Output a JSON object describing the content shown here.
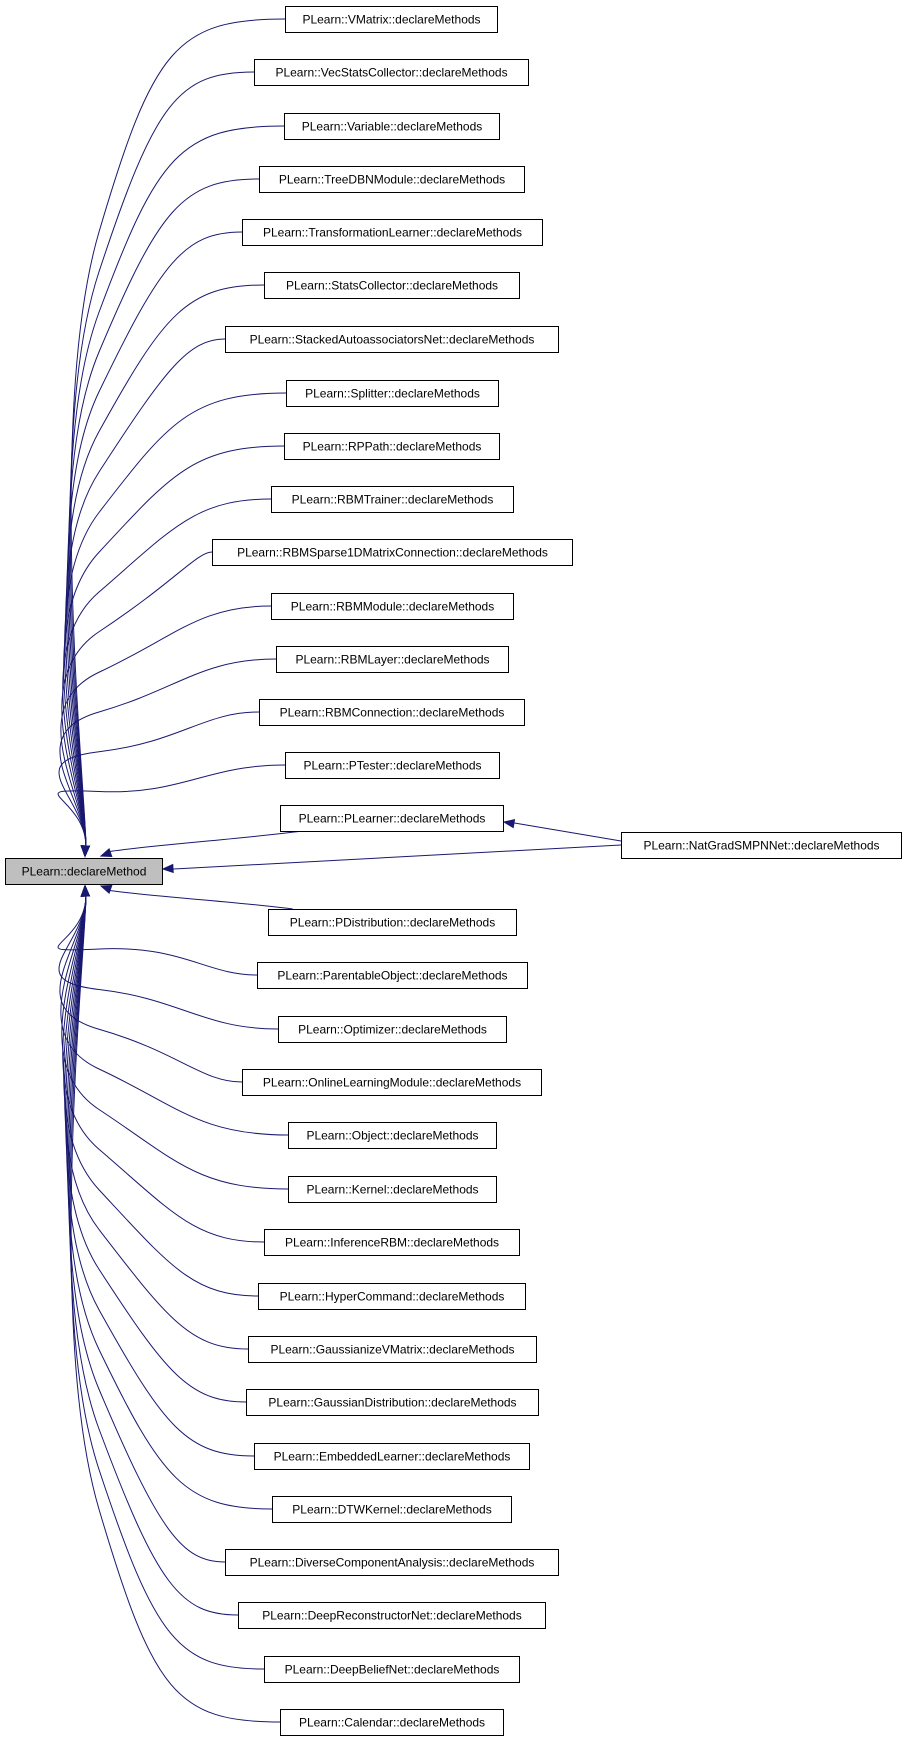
{
  "graph": {
    "root": {
      "id": "root",
      "label": "PLearn::declareMethod"
    },
    "nodes": [
      {
        "id": "vmatrix",
        "label": "PLearn::VMatrix::declareMethods"
      },
      {
        "id": "vecstats",
        "label": "PLearn::VecStatsCollector::declareMethods"
      },
      {
        "id": "variable",
        "label": "PLearn::Variable::declareMethods"
      },
      {
        "id": "treedbn",
        "label": "PLearn::TreeDBNModule::declareMethods"
      },
      {
        "id": "transformation",
        "label": "PLearn::TransformationLearner::declareMethods"
      },
      {
        "id": "statscollector",
        "label": "PLearn::StatsCollector::declareMethods"
      },
      {
        "id": "stackedauto",
        "label": "PLearn::StackedAutoassociatorsNet::declareMethods"
      },
      {
        "id": "splitter",
        "label": "PLearn::Splitter::declareMethods"
      },
      {
        "id": "rppath",
        "label": "PLearn::RPPath::declareMethods"
      },
      {
        "id": "rbmtrainer",
        "label": "PLearn::RBMTrainer::declareMethods"
      },
      {
        "id": "rbmsparse",
        "label": "PLearn::RBMSparse1DMatrixConnection::declareMethods"
      },
      {
        "id": "rbmmodule",
        "label": "PLearn::RBMModule::declareMethods"
      },
      {
        "id": "rbmlayer",
        "label": "PLearn::RBMLayer::declareMethods"
      },
      {
        "id": "rbmconnection",
        "label": "PLearn::RBMConnection::declareMethods"
      },
      {
        "id": "ptester",
        "label": "PLearn::PTester::declareMethods"
      },
      {
        "id": "plearner",
        "label": "PLearn::PLearner::declareMethods"
      },
      {
        "id": "pdistribution",
        "label": "PLearn::PDistribution::declareMethods"
      },
      {
        "id": "parentable",
        "label": "PLearn::ParentableObject::declareMethods"
      },
      {
        "id": "optimizer",
        "label": "PLearn::Optimizer::declareMethods"
      },
      {
        "id": "onlinelearning",
        "label": "PLearn::OnlineLearningModule::declareMethods"
      },
      {
        "id": "object",
        "label": "PLearn::Object::declareMethods"
      },
      {
        "id": "kernel",
        "label": "PLearn::Kernel::declareMethods"
      },
      {
        "id": "inferencerbm",
        "label": "PLearn::InferenceRBM::declareMethods"
      },
      {
        "id": "hypercommand",
        "label": "PLearn::HyperCommand::declareMethods"
      },
      {
        "id": "gaussianize",
        "label": "PLearn::GaussianizeVMatrix::declareMethods"
      },
      {
        "id": "gaussiandist",
        "label": "PLearn::GaussianDistribution::declareMethods"
      },
      {
        "id": "embedded",
        "label": "PLearn::EmbeddedLearner::declareMethods"
      },
      {
        "id": "dtwkernel",
        "label": "PLearn::DTWKernel::declareMethods"
      },
      {
        "id": "diverse",
        "label": "PLearn::DiverseComponentAnalysis::declareMethods"
      },
      {
        "id": "deeprecon",
        "label": "PLearn::DeepReconstructorNet::declareMethods"
      },
      {
        "id": "deepbelief",
        "label": "PLearn::DeepBeliefNet::declareMethods"
      },
      {
        "id": "calendar",
        "label": "PLearn::Calendar::declareMethods"
      },
      {
        "id": "natgrad",
        "label": "PLearn::NatGradSMPNNet::declareMethods"
      }
    ],
    "edges": [
      {
        "from": "vmatrix",
        "to": "root"
      },
      {
        "from": "vecstats",
        "to": "root"
      },
      {
        "from": "variable",
        "to": "root"
      },
      {
        "from": "treedbn",
        "to": "root"
      },
      {
        "from": "transformation",
        "to": "root"
      },
      {
        "from": "statscollector",
        "to": "root"
      },
      {
        "from": "stackedauto",
        "to": "root"
      },
      {
        "from": "splitter",
        "to": "root"
      },
      {
        "from": "rppath",
        "to": "root"
      },
      {
        "from": "rbmtrainer",
        "to": "root"
      },
      {
        "from": "rbmsparse",
        "to": "root"
      },
      {
        "from": "rbmmodule",
        "to": "root"
      },
      {
        "from": "rbmlayer",
        "to": "root"
      },
      {
        "from": "rbmconnection",
        "to": "root"
      },
      {
        "from": "ptester",
        "to": "root"
      },
      {
        "from": "plearner",
        "to": "root"
      },
      {
        "from": "natgrad",
        "to": "root"
      },
      {
        "from": "natgrad",
        "to": "plearner"
      },
      {
        "from": "pdistribution",
        "to": "root"
      },
      {
        "from": "parentable",
        "to": "root"
      },
      {
        "from": "optimizer",
        "to": "root"
      },
      {
        "from": "onlinelearning",
        "to": "root"
      },
      {
        "from": "object",
        "to": "root"
      },
      {
        "from": "kernel",
        "to": "root"
      },
      {
        "from": "inferencerbm",
        "to": "root"
      },
      {
        "from": "hypercommand",
        "to": "root"
      },
      {
        "from": "gaussianize",
        "to": "root"
      },
      {
        "from": "gaussiandist",
        "to": "root"
      },
      {
        "from": "embedded",
        "to": "root"
      },
      {
        "from": "dtwkernel",
        "to": "root"
      },
      {
        "from": "diverse",
        "to": "root"
      },
      {
        "from": "deeprecon",
        "to": "root"
      },
      {
        "from": "deepbelief",
        "to": "root"
      },
      {
        "from": "calendar",
        "to": "root"
      }
    ],
    "colors": {
      "edge": "#191970",
      "root_fill": "#bfbfbf",
      "node_fill": "#ffffff",
      "border": "#000000"
    }
  }
}
